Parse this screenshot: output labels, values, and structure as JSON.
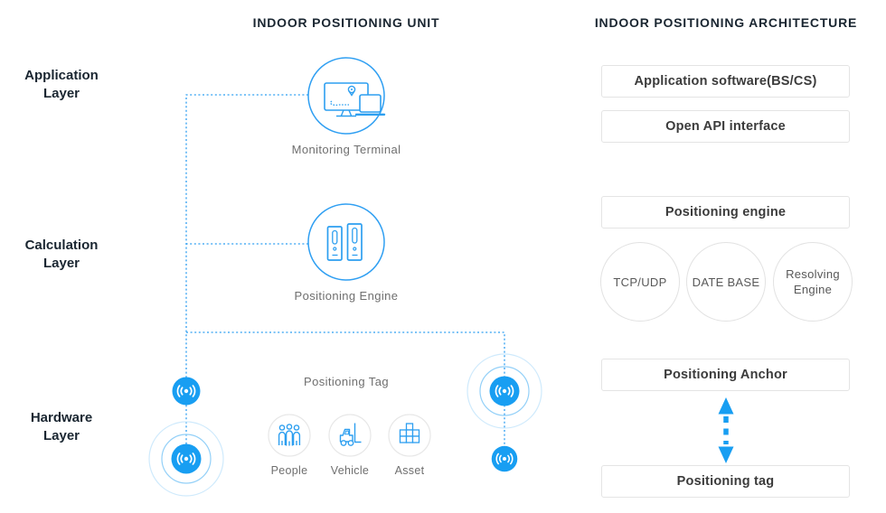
{
  "headers": {
    "unit": "INDOOR POSITIONING UNIT",
    "architecture": "INDOOR POSITIONING ARCHITECTURE"
  },
  "layers": [
    {
      "line1": "Application",
      "line2": "Layer"
    },
    {
      "line1": "Calculation",
      "line2": "Layer"
    },
    {
      "line1": "Hardware",
      "line2": "Layer"
    }
  ],
  "unit": {
    "monitoring_terminal": {
      "label": "Monitoring Terminal"
    },
    "positioning_engine": {
      "label": "Positioning Engine"
    },
    "positioning_tag": {
      "label": "Positioning Tag",
      "items": [
        {
          "label": "People",
          "icon": "people-icon"
        },
        {
          "label": "Vehicle",
          "icon": "forklift-icon"
        },
        {
          "label": "Asset",
          "icon": "crates-icon"
        }
      ]
    }
  },
  "architecture": {
    "boxes": [
      {
        "label": "Application software(BS/CS)"
      },
      {
        "label": "Open API interface"
      },
      {
        "label": "Positioning engine"
      },
      {
        "label": "Positioning Anchor"
      },
      {
        "label": "Positioning tag"
      }
    ],
    "modules": [
      {
        "line1": "TCP/UDP",
        "line2": ""
      },
      {
        "line1": "DATE BASE",
        "line2": ""
      },
      {
        "line1": "Resolving",
        "line2": "Engine"
      }
    ]
  },
  "colors": {
    "accent_blue": "#189ef2",
    "icon_stroke_blue": "#2d9ff0",
    "ripple_inner": "#93d0f8",
    "ripple_outer": "#cfeafc",
    "dark_navy": "#1a2631",
    "gray_text": "#6f6f6f",
    "box_text": "#3b3b3b",
    "box_border": "#e4e4e4"
  }
}
